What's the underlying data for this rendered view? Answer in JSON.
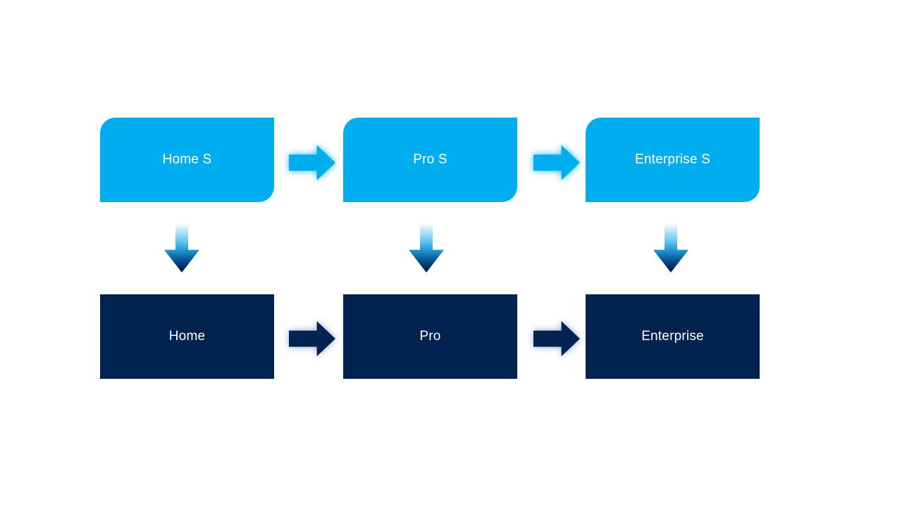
{
  "diagram": {
    "background_color": "#FFFFFF",
    "top_row": {
      "shape": "rounded-diagonal-corner-rectangle",
      "box_color": "#00AEEF",
      "text_color": "#FFFFFF",
      "items": [
        {
          "label": "Home S"
        },
        {
          "label": "Pro S"
        },
        {
          "label": "Enterprise S"
        }
      ]
    },
    "bottom_row": {
      "shape": "rectangle",
      "box_color": "#02234F",
      "text_color": "#FFFFFF",
      "items": [
        {
          "label": "Home"
        },
        {
          "label": "Pro"
        },
        {
          "label": "Enterprise"
        }
      ]
    },
    "arrows": {
      "top_right_arrow_color": "#00AEEF",
      "top_right_arrow_glow": "#7FD6F7",
      "bottom_right_arrow_color": "#02234F",
      "bottom_right_arrow_glow": "#9FB3D1",
      "down_arrow_gradient": [
        "#FFFFFF",
        "#5CC2F1",
        "#1488C8",
        "#04265A"
      ]
    },
    "edges": [
      {
        "from": "Home S",
        "to": "Pro S",
        "arrow": "right"
      },
      {
        "from": "Pro S",
        "to": "Enterprise S",
        "arrow": "right"
      },
      {
        "from": "Home",
        "to": "Pro",
        "arrow": "right"
      },
      {
        "from": "Pro",
        "to": "Enterprise",
        "arrow": "right"
      },
      {
        "from": "Home S",
        "to": "Home",
        "arrow": "down"
      },
      {
        "from": "Pro S",
        "to": "Pro",
        "arrow": "down"
      },
      {
        "from": "Enterprise S",
        "to": "Enterprise",
        "arrow": "down"
      }
    ]
  }
}
